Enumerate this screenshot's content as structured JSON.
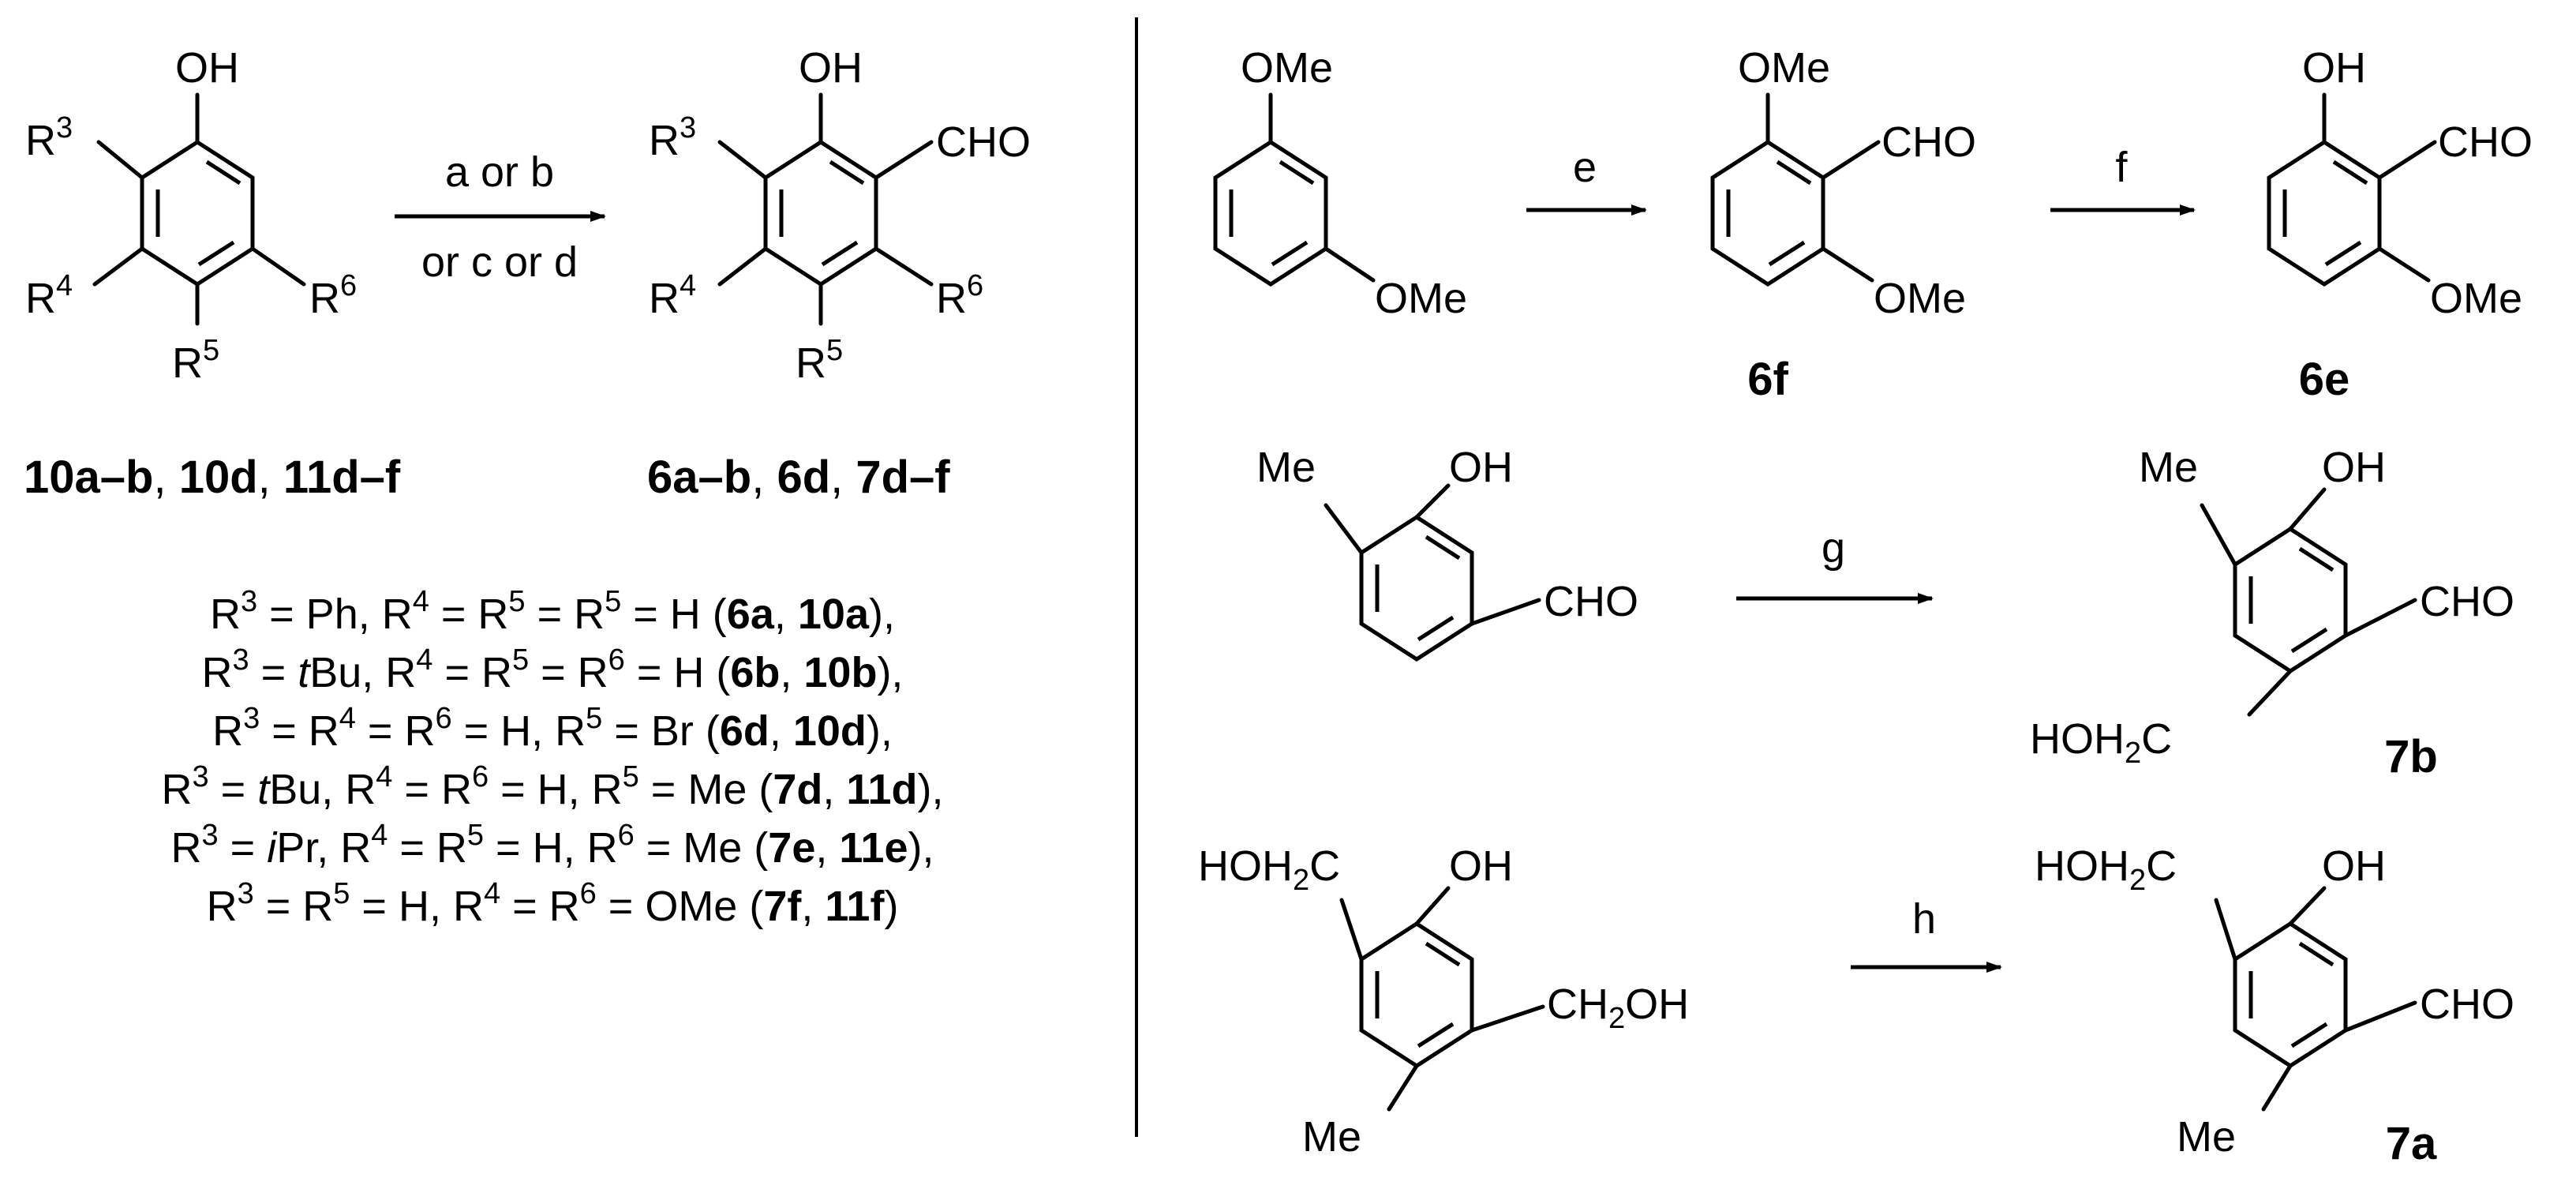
{
  "scheme": {
    "left": {
      "sm_labels": {
        "oh": "OH",
        "r3": "R",
        "r3sup": "3",
        "r4": "R",
        "r4sup": "4",
        "r5": "R",
        "r5sup": "5",
        "r6": "R",
        "r6sup": "6"
      },
      "sm_caption": [
        "10a–b",
        ", ",
        "10d",
        ", ",
        "11d–f"
      ],
      "conditions_top": "a or b",
      "conditions_bottom": "or c or d",
      "prod_labels": {
        "oh": "OH",
        "cho": "CHO",
        "r3": "R",
        "r3sup": "3",
        "r4": "R",
        "r4sup": "4",
        "r5": "R",
        "r5sup": "5",
        "r6": "R",
        "r6sup": "6"
      },
      "prod_caption": [
        "6a–b",
        ", ",
        "6d",
        ", ",
        "7d–f"
      ],
      "substituents": [
        [
          [
            "R",
            ""
          ],
          [
            "3",
            "sup"
          ],
          [
            " = Ph, R",
            ""
          ],
          [
            "4",
            "sup"
          ],
          [
            " = R",
            ""
          ],
          [
            "5",
            "sup"
          ],
          [
            " = R",
            ""
          ],
          [
            "5",
            "sup"
          ],
          [
            " = H (",
            ""
          ],
          [
            "6a",
            "b"
          ],
          [
            ", ",
            ""
          ],
          [
            "10a",
            "b"
          ],
          [
            "),",
            ""
          ]
        ],
        [
          [
            "R",
            ""
          ],
          [
            "3",
            "sup"
          ],
          [
            " = ",
            ""
          ],
          [
            "t",
            "i"
          ],
          [
            "Bu, R",
            ""
          ],
          [
            "4",
            "sup"
          ],
          [
            " = R",
            ""
          ],
          [
            "5",
            "sup"
          ],
          [
            " = R",
            ""
          ],
          [
            "6",
            "sup"
          ],
          [
            " = H (",
            ""
          ],
          [
            "6b",
            "b"
          ],
          [
            ", ",
            ""
          ],
          [
            "10b",
            "b"
          ],
          [
            "),",
            ""
          ]
        ],
        [
          [
            "R",
            ""
          ],
          [
            "3",
            "sup"
          ],
          [
            " = R",
            ""
          ],
          [
            "4",
            "sup"
          ],
          [
            " = R",
            ""
          ],
          [
            "6",
            "sup"
          ],
          [
            " = H, R",
            ""
          ],
          [
            "5",
            "sup"
          ],
          [
            " = Br (",
            ""
          ],
          [
            "6d",
            "b"
          ],
          [
            ", ",
            ""
          ],
          [
            "10d",
            "b"
          ],
          [
            "),",
            ""
          ]
        ],
        [
          [
            "R",
            ""
          ],
          [
            "3",
            "sup"
          ],
          [
            " = ",
            ""
          ],
          [
            "t",
            "i"
          ],
          [
            "Bu, R",
            ""
          ],
          [
            "4",
            "sup"
          ],
          [
            " = R",
            ""
          ],
          [
            "6",
            "sup"
          ],
          [
            " = H, R",
            ""
          ],
          [
            "5",
            "sup"
          ],
          [
            " = Me (",
            ""
          ],
          [
            "7d",
            "b"
          ],
          [
            ", ",
            ""
          ],
          [
            "11d",
            "b"
          ],
          [
            "),",
            ""
          ]
        ],
        [
          [
            "R",
            ""
          ],
          [
            "3",
            "sup"
          ],
          [
            " = ",
            ""
          ],
          [
            "i",
            "i"
          ],
          [
            "Pr, R",
            ""
          ],
          [
            "4",
            "sup"
          ],
          [
            " = R",
            ""
          ],
          [
            "5",
            "sup"
          ],
          [
            " = H, R",
            ""
          ],
          [
            "6",
            "sup"
          ],
          [
            " = Me (",
            ""
          ],
          [
            "7e",
            "b"
          ],
          [
            ", ",
            ""
          ],
          [
            "11e",
            "b"
          ],
          [
            "),",
            ""
          ]
        ],
        [
          [
            "R",
            ""
          ],
          [
            "3",
            "sup"
          ],
          [
            " = R",
            ""
          ],
          [
            "5",
            "sup"
          ],
          [
            " = H, R",
            ""
          ],
          [
            "4",
            "sup"
          ],
          [
            " = R",
            ""
          ],
          [
            "6",
            "sup"
          ],
          [
            " = OMe (",
            ""
          ],
          [
            "7f",
            "b"
          ],
          [
            ", ",
            ""
          ],
          [
            "11f",
            "b"
          ],
          [
            ")",
            ""
          ]
        ]
      ]
    },
    "right": {
      "r1": {
        "sm_labels": {
          "ome_top": "OMe",
          "ome_bot": "OMe"
        },
        "cond1": "e",
        "int_labels": {
          "ome_top": "OMe",
          "cho": "CHO",
          "ome_bot": "OMe"
        },
        "int_caption": "6f",
        "cond2": "f",
        "prod_labels": {
          "oh": "OH",
          "cho": "CHO",
          "ome": "OMe"
        },
        "prod_caption": "6e"
      },
      "r2": {
        "sm_labels": {
          "me": "Me",
          "oh": "OH",
          "cho": "CHO"
        },
        "cond": "g",
        "prod_labels": {
          "me": "Me",
          "oh": "OH",
          "cho": "CHO",
          "hoh2c_a": "HOH",
          "hoh2c_sub": "2",
          "hoh2c_b": "C"
        },
        "prod_caption": "7b"
      },
      "r3": {
        "sm_labels": {
          "hoh2c_a": "HOH",
          "hoh2c_sub": "2",
          "hoh2c_b": "C",
          "oh": "OH",
          "ch2oh_a": "CH",
          "ch2oh_sub": "2",
          "ch2oh_b": "OH",
          "me": "Me"
        },
        "cond": "h",
        "prod_labels": {
          "hoh2c_a": "HOH",
          "hoh2c_sub": "2",
          "hoh2c_b": "C",
          "oh": "OH",
          "cho": "CHO",
          "me": "Me"
        },
        "prod_caption": "7a"
      }
    }
  }
}
